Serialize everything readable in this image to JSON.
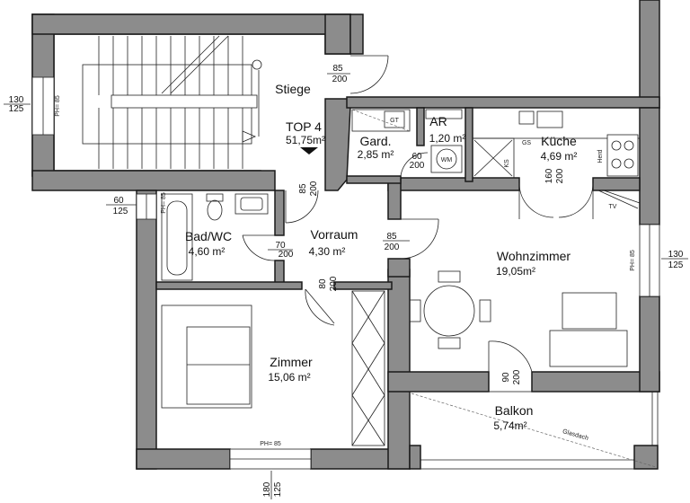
{
  "unit": {
    "top_label": "TOP 4",
    "total_area": "51,75m²"
  },
  "rooms": {
    "stiege": {
      "name": "Stiege"
    },
    "garderobe": {
      "name": "Gard.",
      "area": "2,85 m²"
    },
    "abstellraum": {
      "name": "AR",
      "area": "1,20 m²"
    },
    "kueche": {
      "name": "Küche",
      "area": "4,69 m²"
    },
    "bad": {
      "name": "Bad/WC",
      "area": "4,60 m²"
    },
    "vorraum": {
      "name": "Vorraum",
      "area": "4,30 m²"
    },
    "wohnzimmer": {
      "name": "Wohnzimmer",
      "area": "19,05m²"
    },
    "zimmer": {
      "name": "Zimmer",
      "area": "15,06 m²"
    },
    "balkon": {
      "name": "Balkon",
      "area": "5,74m²"
    }
  },
  "door_dims": {
    "entrance": {
      "w": "85",
      "h": "200"
    },
    "stair_top": {
      "w": "85",
      "h": "200"
    },
    "gard": {
      "w": "60",
      "h": "200"
    },
    "kueche": {
      "w": "160",
      "h": "200"
    },
    "bad": {
      "w": "70",
      "h": "200"
    },
    "wohn": {
      "w": "85",
      "h": "200"
    },
    "zimmer": {
      "w": "80",
      "h": "200"
    },
    "balkon": {
      "w": "90",
      "h": "200"
    }
  },
  "window_dims": {
    "left_stair": {
      "w": "130",
      "h": "125"
    },
    "left_bad": {
      "w": "60",
      "h": "125"
    },
    "right_wohn": {
      "w": "130",
      "h": "125"
    },
    "bottom_zimmer": {
      "w": "180",
      "h": "125"
    }
  },
  "labels": {
    "ph_stair": "PH= 85",
    "ph_bad": "PH= 85",
    "ph_wohn": "PH= 85",
    "ph_zimmer": "PH= 85",
    "gt": "GT",
    "wm": "WM",
    "gs": "GS",
    "ks": "KS",
    "herd": "Herd",
    "tv": "TV",
    "glasdach": "Glasdach"
  },
  "colors": {
    "wall": "#8c8c8c",
    "line": "#222222"
  }
}
